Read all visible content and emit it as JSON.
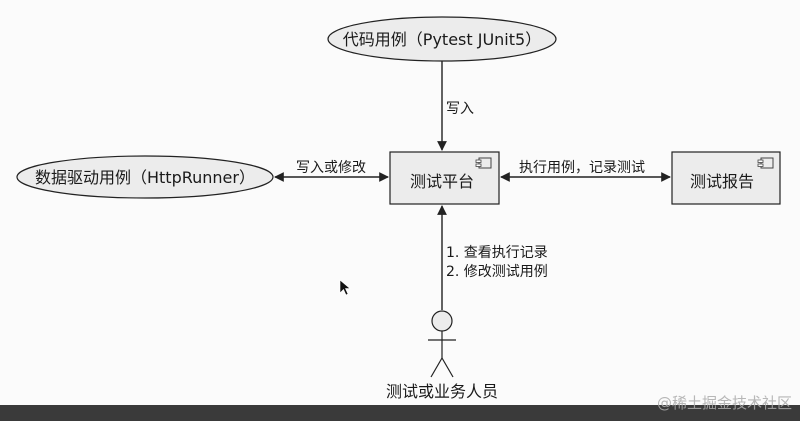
{
  "diagram": {
    "nodes": {
      "code_cases": "代码用例（Pytest JUnit5）",
      "data_driven_cases": "数据驱动用例（HttpRunner）",
      "test_platform": "测试平台",
      "test_report": "测试报告",
      "actor": "测试或业务人员"
    },
    "edges": {
      "write": "写入",
      "write_or_modify": "写入或修改",
      "execute_record": "执行用例，记录测试",
      "actor_line1": "1. 查看执行记录",
      "actor_line2": "2. 修改测试用例"
    }
  },
  "watermark": "@稀土掘金技术社区",
  "colors": {
    "ellipse_fill": "#ececec",
    "box_fill": "#ececec",
    "stroke": "#222222",
    "background": "#fbfbfb"
  }
}
